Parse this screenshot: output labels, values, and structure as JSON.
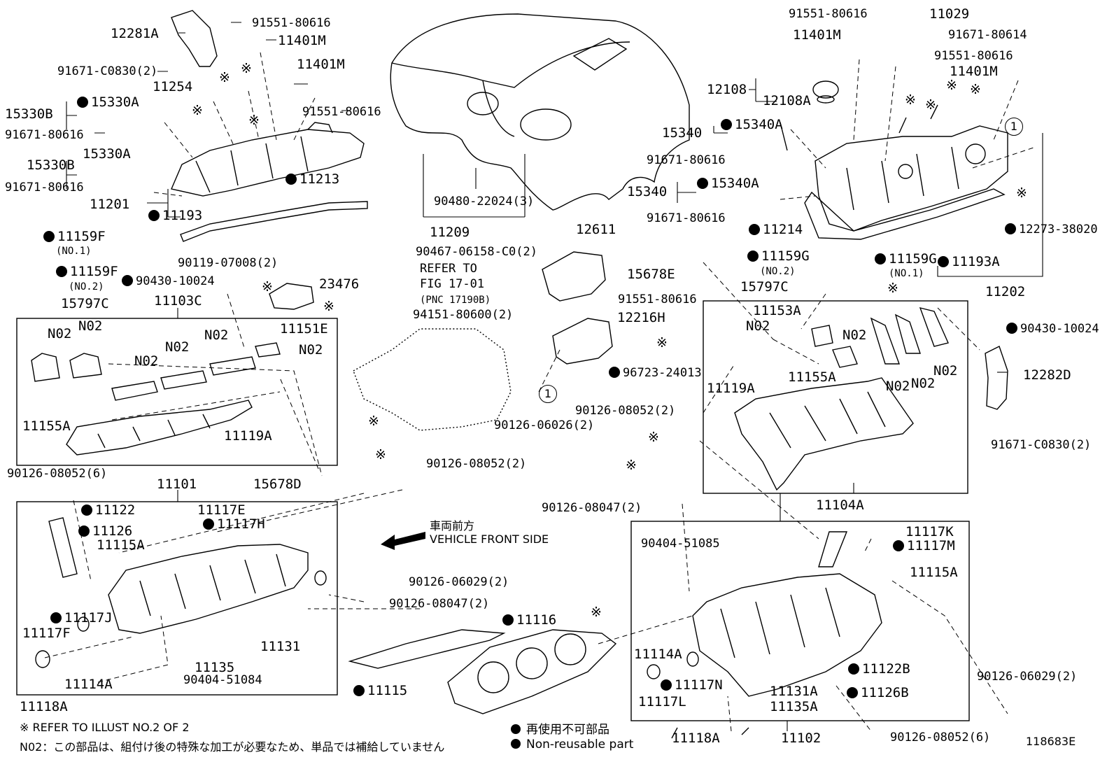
{
  "labels": {
    "l12281A": "12281A",
    "l91551_80616_a": "91551-80616",
    "l11401M_a": "11401M",
    "l91671_C0830_2_a": "91671-C0830(2)",
    "l11401M_b": "11401M",
    "l11254": "11254",
    "l91551_80616_b": "91551-80616",
    "l15330B_a": "15330B",
    "l15330A_a": "15330A",
    "l91671_80616_a": "91671-80616",
    "l15330A_b": "15330A",
    "l15330B_b": "15330B",
    "l91671_80616_b": "91671-80616",
    "l11213": "11213",
    "l11201": "11201",
    "l11193": "11193",
    "l90480": "90480-22024(3)",
    "l11209": "11209",
    "l12611": "12611",
    "l90467": "90467-06158-C0(2)",
    "l11159F_1": "11159F",
    "l11159F_1sub": "(NO.1)",
    "l11159F_2": "11159F",
    "l11159F_2sub": "(NO.2)",
    "l15797C_a": "15797C",
    "l90119": "90119-07008(2)",
    "l90430_a": "90430-10024",
    "l23476": "23476",
    "l11103C": "11103C",
    "refer1": "REFER TO",
    "refer2": "FIG 17-01",
    "refer3": "(PNC 17190B)",
    "l91551_80616_c": "91551-80616",
    "l94151": "94151-80600(2)",
    "l12216H": "12216H",
    "l96723": "96723-24013",
    "l90126_06026": "90126-06026(2)",
    "l11151E": "11151E",
    "n02_1": "N02",
    "n02_2": "N02",
    "n02_3": "N02",
    "n02_4": "N02",
    "n02_5": "N02",
    "n02_6": "N02",
    "l11155A_a": "11155A",
    "l11119A_a": "11119A",
    "l90126_08052_6": "90126-08052(6)",
    "l15678D": "15678D",
    "l90126_08052_2a": "90126-08052(2)",
    "l11101": "11101",
    "l11122": "11122",
    "l11117E": "11117E",
    "l11126": "11126",
    "l11117H": "11117H",
    "l11115A_a": "11115A",
    "l11117J": "11117J",
    "l11117F": "11117F",
    "l11114A_a": "11114A",
    "l90404_51084": "90404-51084",
    "l11135": "11135",
    "l11131": "11131",
    "l11118A_a": "11118A",
    "l90126_06029_2a": "90126-06029(2)",
    "l90126_08047_2a": "90126-08047(2)",
    "l11116": "11116",
    "l11115": "11115",
    "l91551_80616_d": "91551-80616",
    "l11029": "11029",
    "l11401M_c": "11401M",
    "l91671_80614": "91671-80614",
    "l91551_80616_e": "91551-80616",
    "l11401M_d": "11401M",
    "l12108": "12108",
    "l12108A": "12108A",
    "l15340_a": "15340",
    "l15340A_a": "15340A",
    "l91671_80616_c": "91671-80616",
    "l15340_b": "15340",
    "l15340A_b": "15340A",
    "l91671_80616_d": "91671-80616",
    "l11214": "11214",
    "l12273": "12273-38020",
    "l11159G_2": "11159G",
    "l11159G_2sub": "(NO.2)",
    "l11159G_1": "11159G",
    "l11159G_1sub": "(NO.1)",
    "l11193A": "11193A",
    "l15678E": "15678E",
    "l15797C_b": "15797C",
    "l11202": "11202",
    "l11153A": "11153A",
    "n02_7": "N02",
    "n02_8": "N02",
    "n02_9": "N02",
    "n02_10": "N02",
    "n02_11": "N02",
    "l90430_b": "90430-10024",
    "l12282D": "12282D",
    "l11119A_b": "11119A",
    "l11155A_b": "11155A",
    "l90126_08052_2b": "90126-08052(2)",
    "l91671_C0830_2_b": "91671-C0830(2)",
    "l11104A": "11104A",
    "l90126_08047_2b": "90126-08047(2)",
    "l90404_51085": "90404-51085",
    "l11117K": "11117K",
    "l11117M": "11117M",
    "l11115A_b": "11115A",
    "l11114A_b": "11114A",
    "l11122B": "11122B",
    "l11117L": "11117L",
    "l11117N": "11117N",
    "l11131A": "11131A",
    "l11126B": "11126B",
    "l11135A": "11135A",
    "l90126_06029_2b": "90126-06029(2)",
    "l11118A_b": "11118A",
    "l11102": "11102",
    "l90126_08052_6b": "90126-08052(6)"
  },
  "marks": {
    "kome": "※",
    "circle_one": "1"
  },
  "front": {
    "jp": "車両前方",
    "en": "VEHICLE FRONT SIDE"
  },
  "notes": {
    "refer": "※ REFER TO ILLUST NO.2 OF 2",
    "n02": "N02：この部品は、組付け後の特殊な加工が必要なため、単品では補給していません"
  },
  "legend": {
    "jp": "再使用不可部品",
    "en": "Non-reusable part"
  },
  "figure_code": "118683E"
}
